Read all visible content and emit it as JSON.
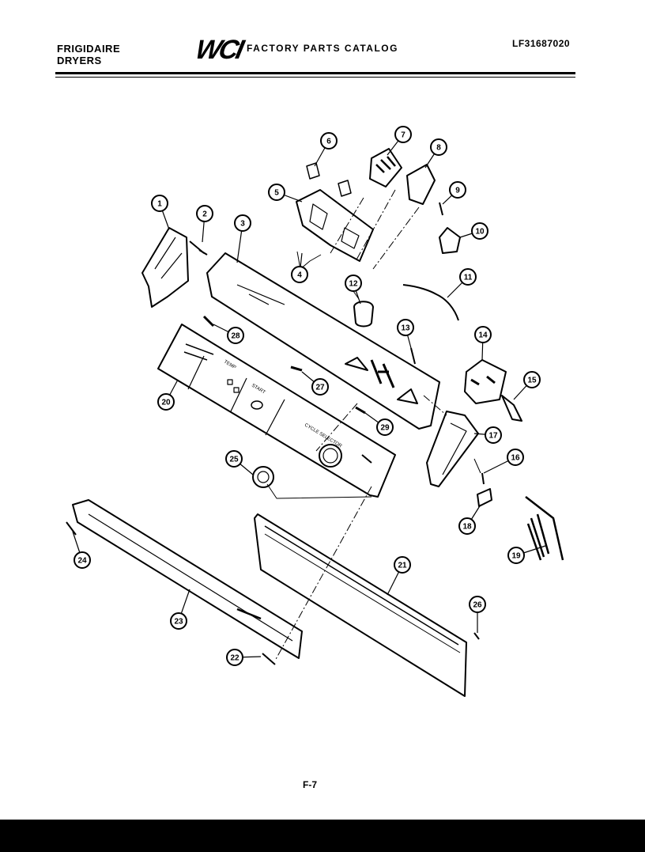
{
  "header": {
    "brand_line1": "FRIGIDAIRE",
    "brand_line2": "DRYERS",
    "logo": "WCI",
    "catalog_title": "FACTORY PARTS CATALOG",
    "model_number": "LF31687020"
  },
  "callouts": [
    "1",
    "2",
    "3",
    "4",
    "5",
    "6",
    "7",
    "8",
    "9",
    "10",
    "11",
    "12",
    "13",
    "14",
    "15",
    "16",
    "17",
    "18",
    "19",
    "20",
    "21",
    "22",
    "23",
    "24",
    "25",
    "26",
    "27",
    "28",
    "29"
  ],
  "panel_labels": {
    "cycle_selector": "CYCLE SELECTOR",
    "start": "START",
    "temp": "TEMP"
  },
  "footer": {
    "page_number": "F-7"
  }
}
